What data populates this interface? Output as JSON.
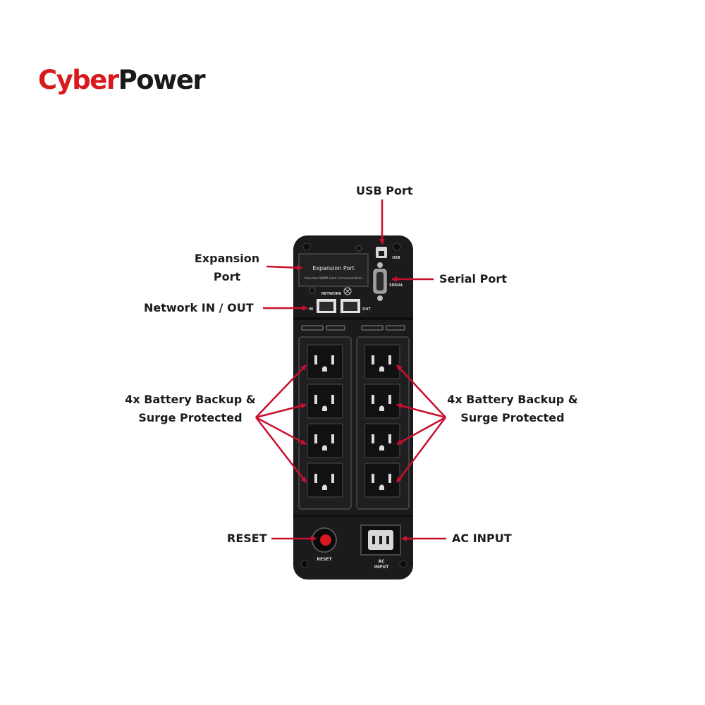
{
  "brand": {
    "logo_part1": "Cyber",
    "logo_part2": "Power"
  },
  "device_text": {
    "expansion_title": "Expansion Port",
    "expansion_sub": "Provides SNMP Card Communication",
    "usb": "USB",
    "serial": "SERIAL",
    "network": "NETWORK",
    "in": "IN",
    "out": "OUT",
    "reset": "RESET",
    "ac_line1": "AC",
    "ac_line2": "INPUT"
  },
  "callouts": {
    "usb_port": "USB Port",
    "expansion_port_line1": "Expansion",
    "expansion_port_line2": "Port",
    "serial_port": "Serial Port",
    "network": "Network IN / OUT",
    "left_outlets_line1": "4x Battery Backup &",
    "left_outlets_line2": "Surge Protected",
    "right_outlets_line1": "4x Battery Backup &",
    "right_outlets_line2": "Surge Protected",
    "reset": "RESET",
    "ac_input": "AC INPUT"
  },
  "colors": {
    "brand_red": "#d7191e",
    "arrow_red": "#c8102e",
    "device_body": "#1b1b1d"
  }
}
